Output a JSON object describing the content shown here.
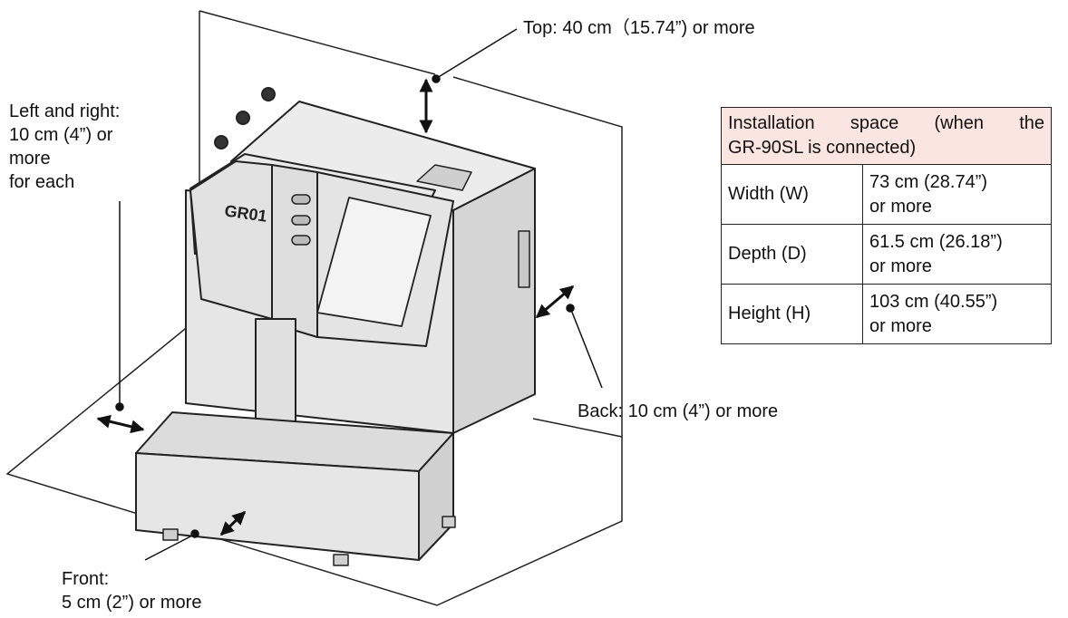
{
  "callouts": {
    "top": "Top: 40 cm（15.74”) or more",
    "sides": [
      "Left and right:",
      "10 cm (4”) or",
      "more",
      "for each"
    ],
    "back": "Back: 10 cm (4”) or more",
    "front": [
      "Front:",
      "5 cm (2”) or more"
    ]
  },
  "device": {
    "logo_text": "GR01"
  },
  "spec_table": {
    "header": [
      "Installation space (when the",
      "GR-90SL is connected)"
    ],
    "rows": [
      {
        "label": "Width (W)",
        "value": [
          "73 cm (28.74”)",
          "or more"
        ]
      },
      {
        "label": "Depth (D)",
        "value": [
          "61.5 cm (26.18”)",
          "or more"
        ]
      },
      {
        "label": "Height (H)",
        "value": [
          "103 cm (40.55”)",
          "or more"
        ]
      }
    ]
  },
  "colors": {
    "device_fill": "#e6e6e6",
    "device_stroke": "#222222",
    "table_header_bg": "#fbe5e1"
  }
}
